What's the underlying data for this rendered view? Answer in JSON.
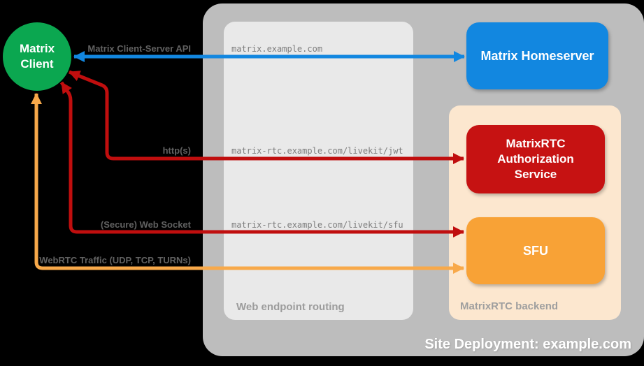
{
  "outer": {
    "label": "Site Deployment: example.com"
  },
  "routing_panel": {
    "label": "Web endpoint routing"
  },
  "backend_panel": {
    "label": "MatrixRTC backend"
  },
  "nodes": {
    "client": {
      "lines": [
        "Matrix",
        "Client"
      ],
      "color": "#0ba750"
    },
    "homeserver": {
      "label": "Matrix Homeserver",
      "color": "#1287e0"
    },
    "auth_service": {
      "lines": [
        "MatrixRTC",
        "Authorization",
        "Service"
      ],
      "color": "#c61212"
    },
    "sfu": {
      "label": "SFU",
      "color": "#f8a236"
    }
  },
  "connections": [
    {
      "id": "matrix-client-server-api",
      "label": "Matrix Client-Server API",
      "endpoint": "matrix.example.com",
      "color": "#1287e0"
    },
    {
      "id": "http",
      "label": "http(s)",
      "endpoint": "matrix-rtc.example.com/livekit/jwt",
      "color": "#c00e0e"
    },
    {
      "id": "secure-web-socket",
      "label": "(Secure) Web Socket",
      "endpoint": "matrix-rtc.example.com/livekit/sfu",
      "color": "#c00e0e"
    },
    {
      "id": "webrtc-traffic",
      "label": "WebRTC Traffic (UDP, TCP, TURNs)",
      "endpoint": "",
      "color": "#f8a94a"
    }
  ]
}
